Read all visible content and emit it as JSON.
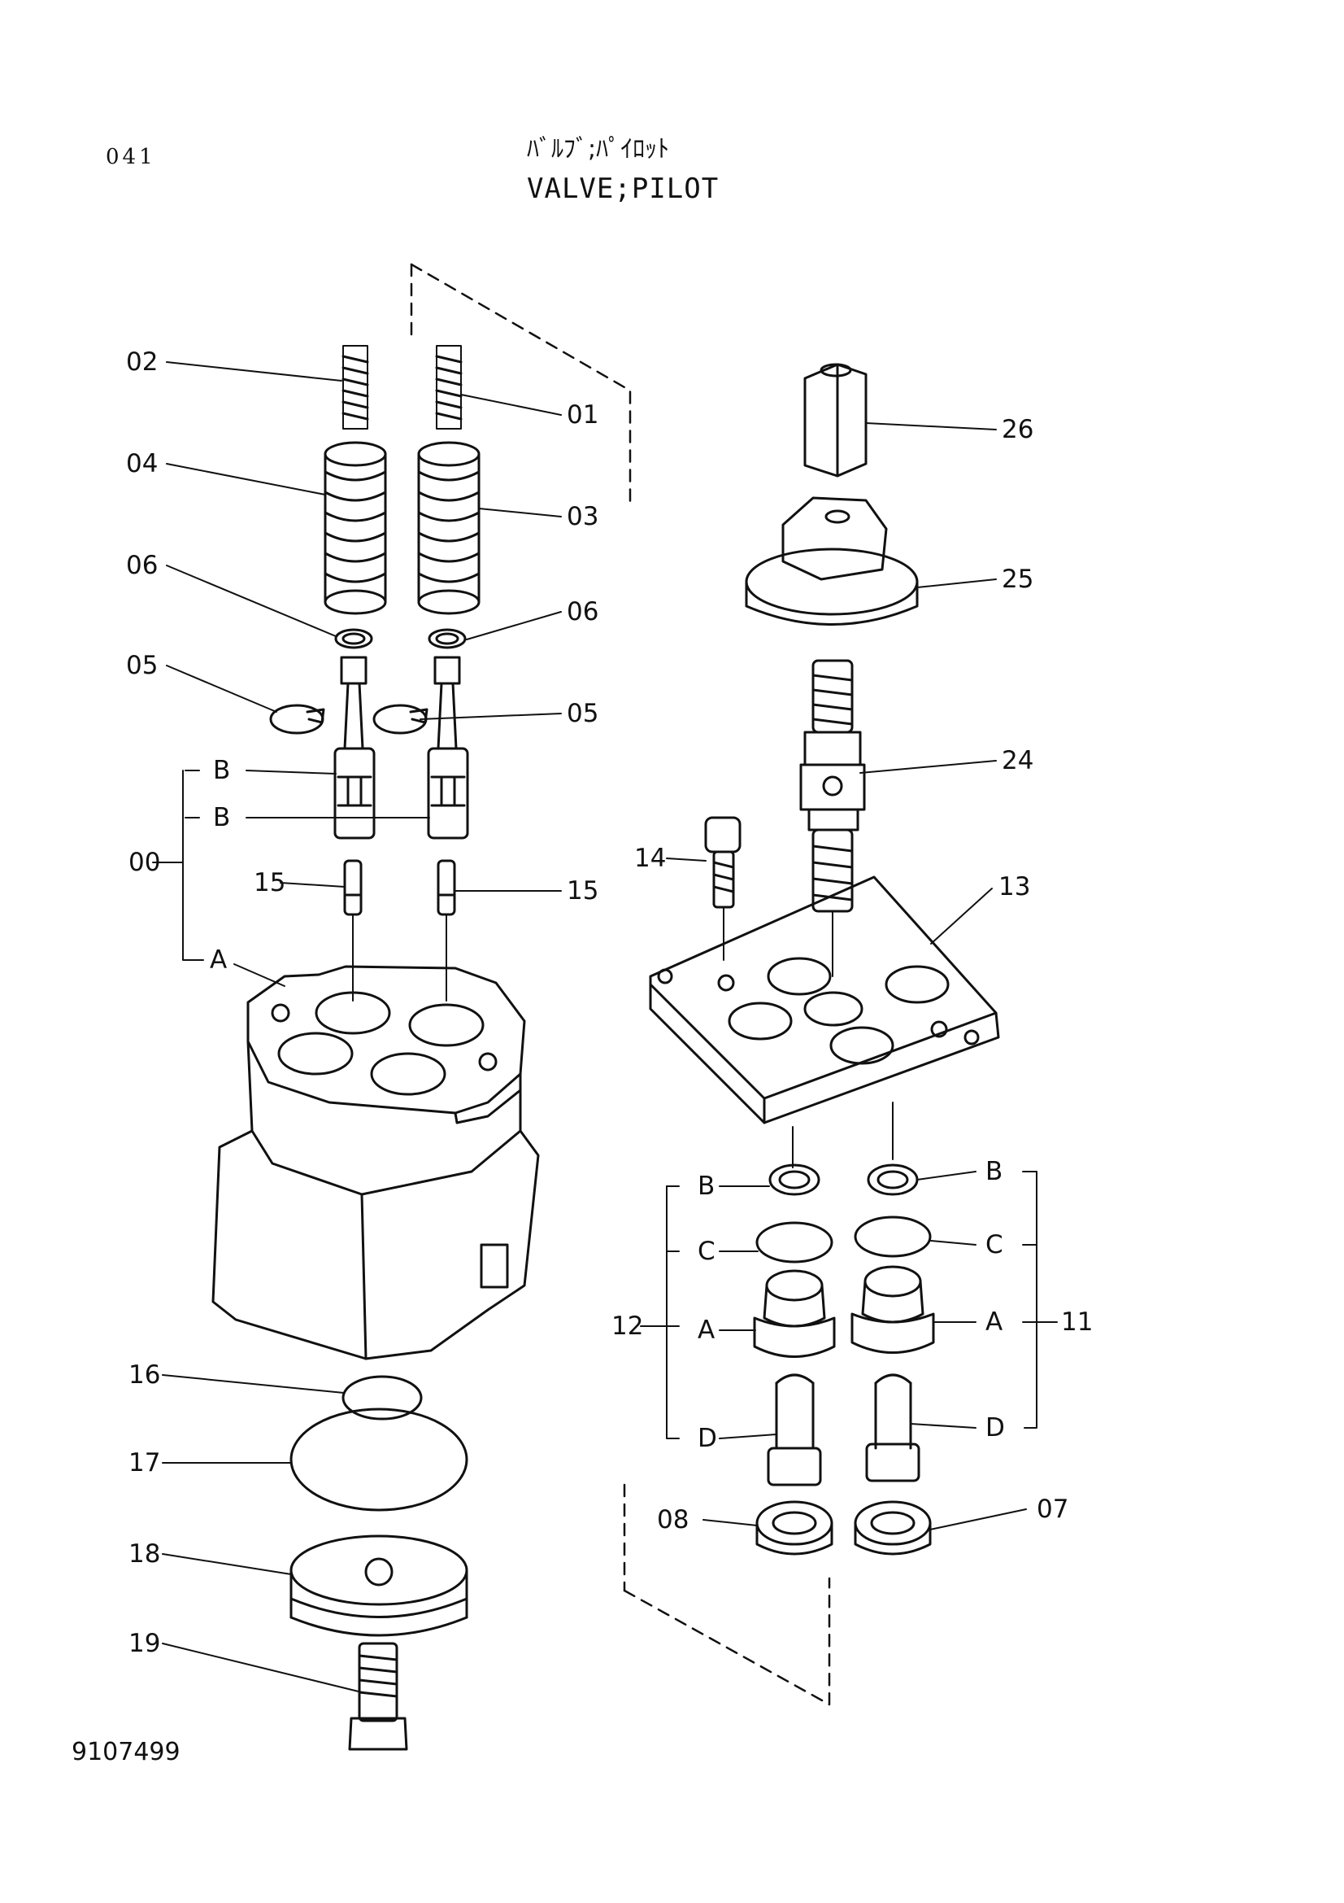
{
  "page_number": "041",
  "title_jp": "ﾊﾞﾙﾌﾞ;ﾊﾟｲﾛｯﾄ",
  "title_en": "VALVE;PILOT",
  "document_number": "9107499",
  "callouts": {
    "c01": "01",
    "c02": "02",
    "c03": "03",
    "c04": "04",
    "c05a": "05",
    "c05b": "05",
    "c06a": "06",
    "c06b": "06",
    "c00": "00",
    "cB1": "B",
    "cB2": "B",
    "cA1": "A",
    "c15a": "15",
    "c15b": "15",
    "c16": "16",
    "c17": "17",
    "c18": "18",
    "c19": "19",
    "c26": "26",
    "c25": "25",
    "c24": "24",
    "c14": "14",
    "c13": "13",
    "c12": "12",
    "c11": "11",
    "cLB": "B",
    "cLC": "C",
    "cLA": "A",
    "cLD": "D",
    "cRB": "B",
    "cRC": "C",
    "cRA": "A",
    "cRD": "D",
    "c08": "08",
    "c07": "07"
  }
}
